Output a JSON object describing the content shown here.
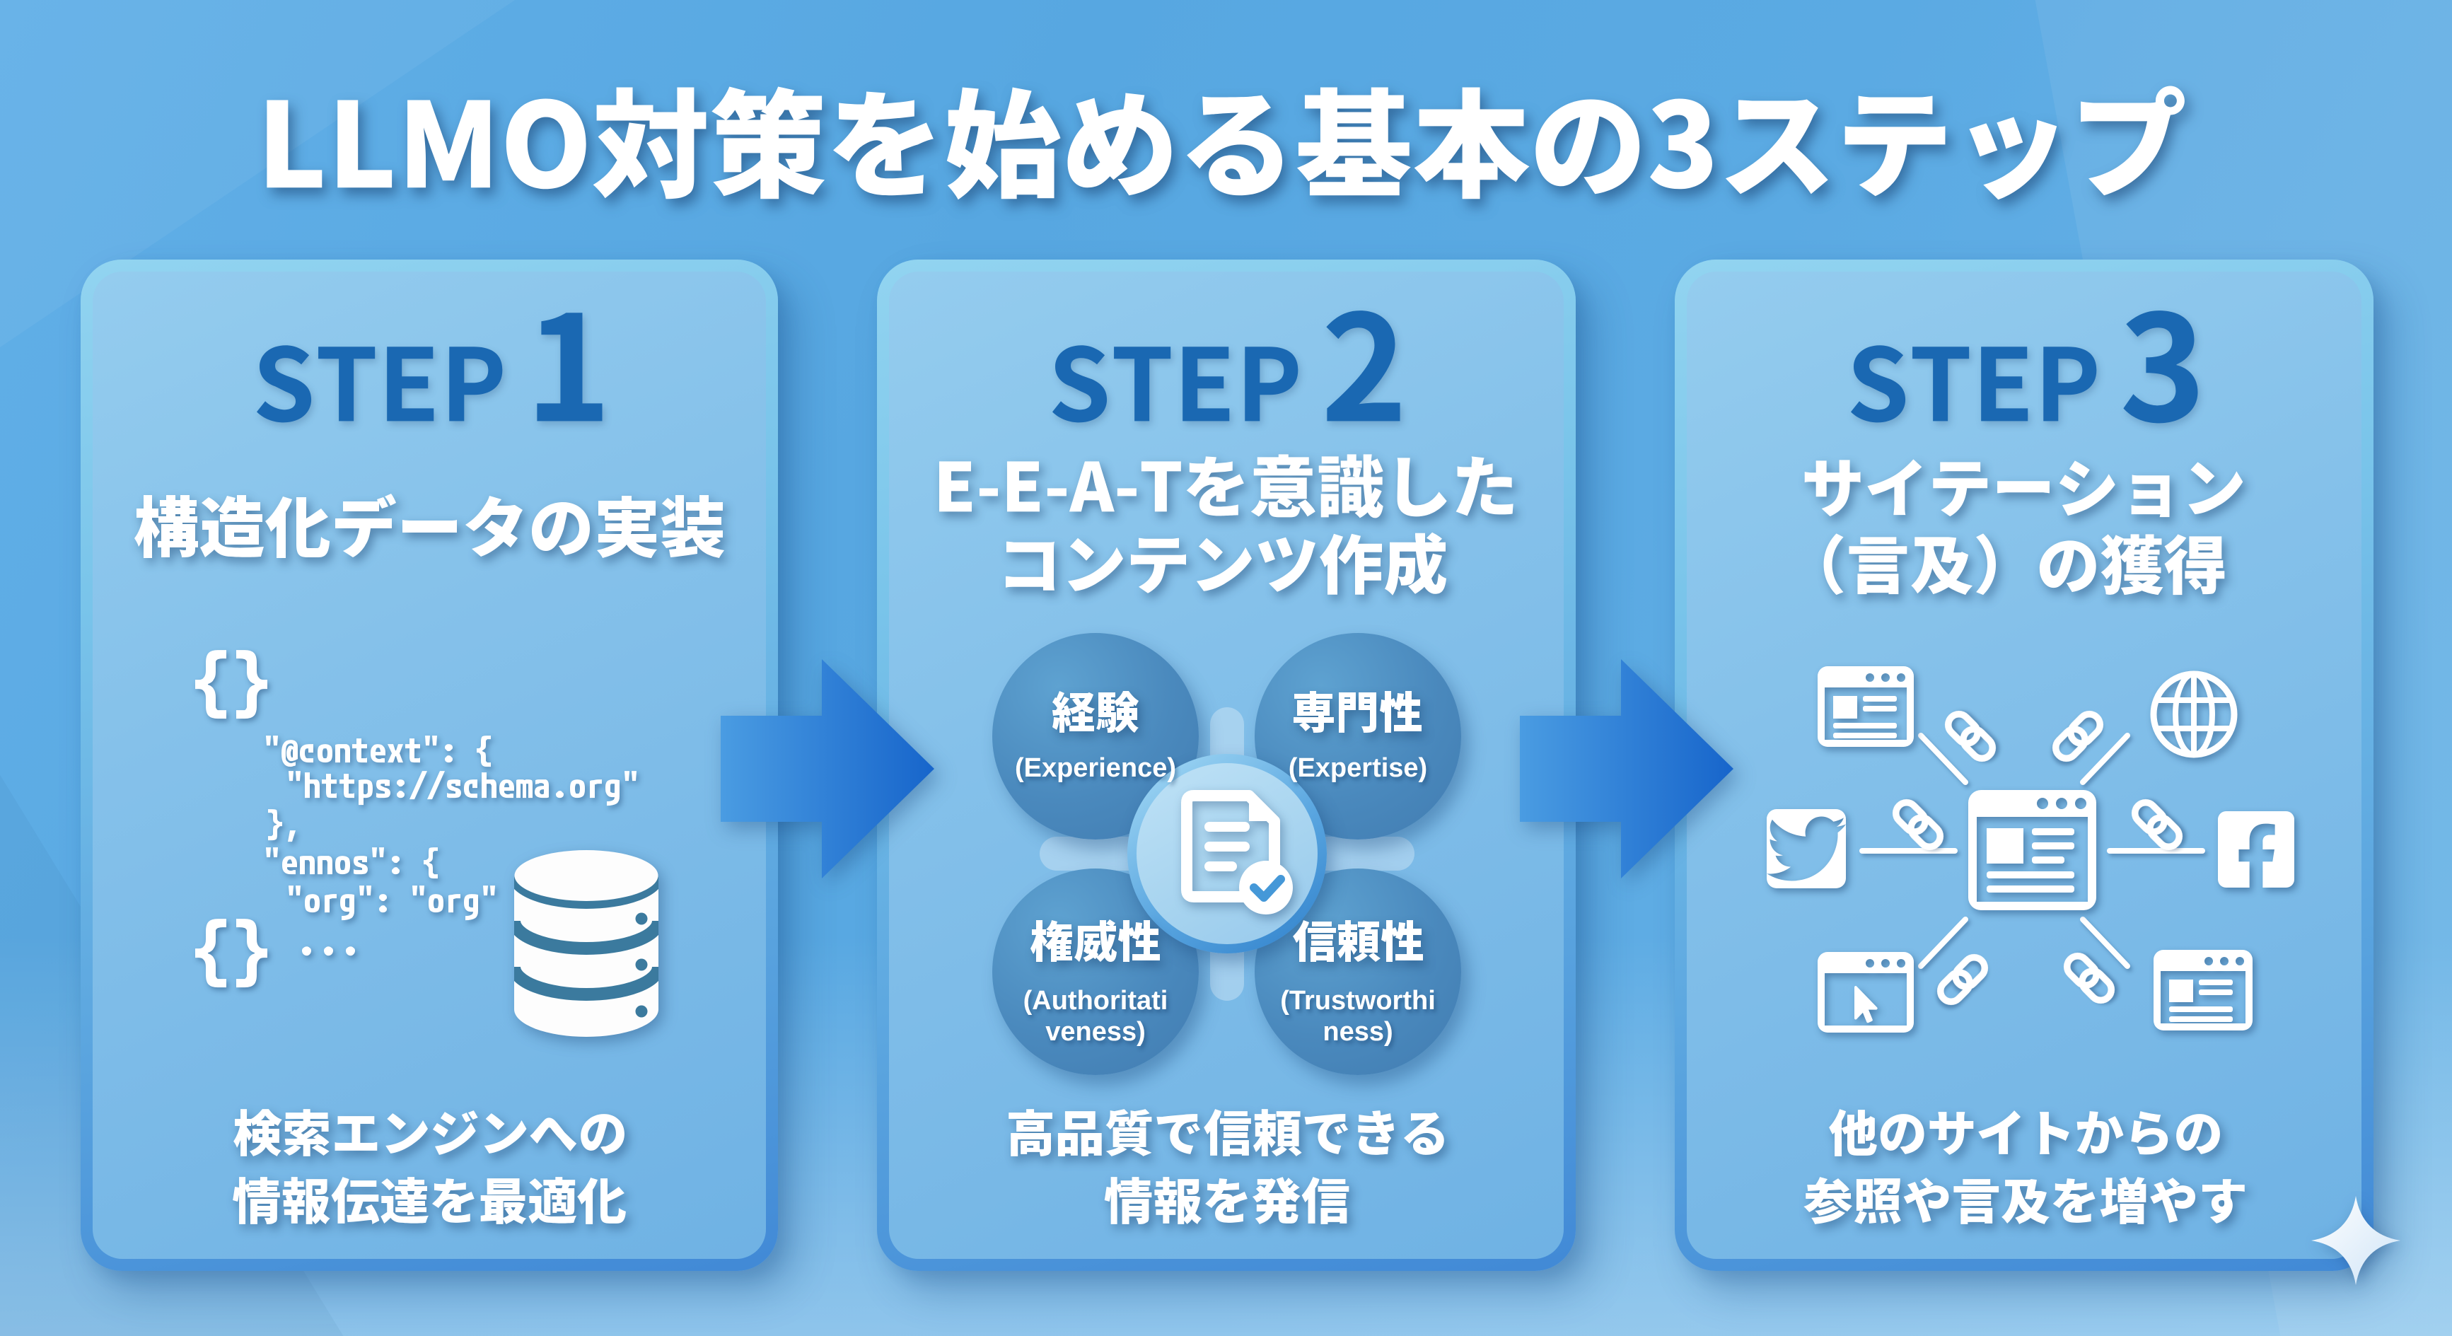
{
  "title": "LLMO対策を始める基本の3ステップ",
  "steps": [
    {
      "label": "STEP",
      "number": "1",
      "heading": "構造化データの実装",
      "code": {
        "brace_open": "{}",
        "lines": [
          "\"@context\": {",
          "\"https://schema.org\"",
          "},",
          "\"ennos\": {",
          "\"org\": \"org\"",
          "..."
        ],
        "brace_close": "{}"
      },
      "icon": "database-icon",
      "caption_lines": [
        "検索エンジンへの",
        "情報伝達を最適化"
      ]
    },
    {
      "label": "STEP",
      "number": "2",
      "heading_lines": [
        "E-E-A-Tを意識した",
        "コンテンツ作成"
      ],
      "eeat": [
        {
          "jp": "経験",
          "en_lines": [
            "(Experience)"
          ]
        },
        {
          "jp": "専門性",
          "en_lines": [
            "(Expertise)"
          ]
        },
        {
          "jp": "権威性",
          "en_lines": [
            "(Authoritati",
            "veness)"
          ]
        },
        {
          "jp": "信頼性",
          "en_lines": [
            "(Trustworthi",
            "ness)"
          ]
        }
      ],
      "center_icon": "document-check-icon",
      "caption_lines": [
        "高品質で信頼できる",
        "情報を発信"
      ]
    },
    {
      "label": "STEP",
      "number": "3",
      "heading_lines": [
        "サイテーション",
        "（言及）の獲得"
      ],
      "network": {
        "center_icon": "webpage-icon",
        "satellite_icons": [
          "news-site-icon",
          "globe-icon",
          "twitter-icon",
          "facebook-icon",
          "browser-cursor-icon",
          "article-site-icon"
        ],
        "link_icon": "chain-link-icon"
      },
      "caption_lines": [
        "他のサイトからの",
        "参照や言及を増やす"
      ]
    }
  ],
  "decor": {
    "arrow_icons": [
      "arrow-step1-to-step2",
      "arrow-step2-to-step3"
    ],
    "sparkle": "sparkle-icon"
  },
  "colors": {
    "background": "#58a8e2",
    "card_fill": "#7fbce8",
    "card_border_top": "#8ed2ef",
    "card_border_bottom": "#4189d6",
    "step_text": "#1a68b2",
    "arrow": "#1f6fd0",
    "eeat_circle": "#4d8dc1",
    "text_white": "#ffffff"
  }
}
